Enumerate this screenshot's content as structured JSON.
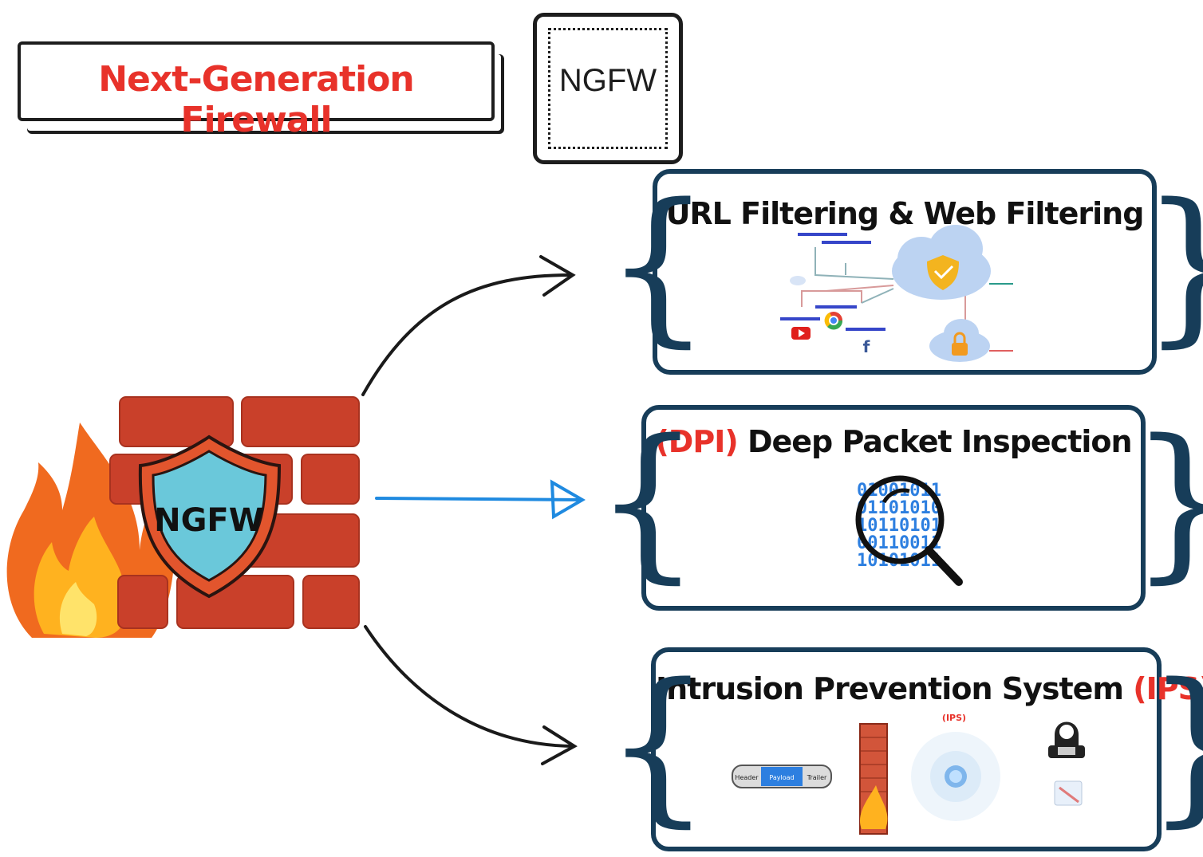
{
  "title": "Next-Generation Firewall",
  "abbreviation": "NGFW",
  "firewall": {
    "shield_label": "NGFW"
  },
  "features": [
    {
      "title": "URL Filtering & Web Filtering"
    },
    {
      "title_prefix": "(DPI)",
      "title_main": " Deep Packet Inspection"
    },
    {
      "title_main": "Intrusion Prevention System ",
      "title_suffix": "(IPS)"
    }
  ],
  "ips_diagram": {
    "header": "Header",
    "payload": "Payload",
    "trailer": "Trailer",
    "ips_tag": "(IPS)"
  },
  "dpi_binary": [
    "01001011",
    "01101010",
    "10110101",
    "00110011",
    "10101011"
  ],
  "colors": {
    "accent_red": "#e8322a",
    "card_border": "#173d59",
    "brick": "#c9402a",
    "shield": "#6ac8da",
    "arrow_blue": "#1f8ae0"
  }
}
